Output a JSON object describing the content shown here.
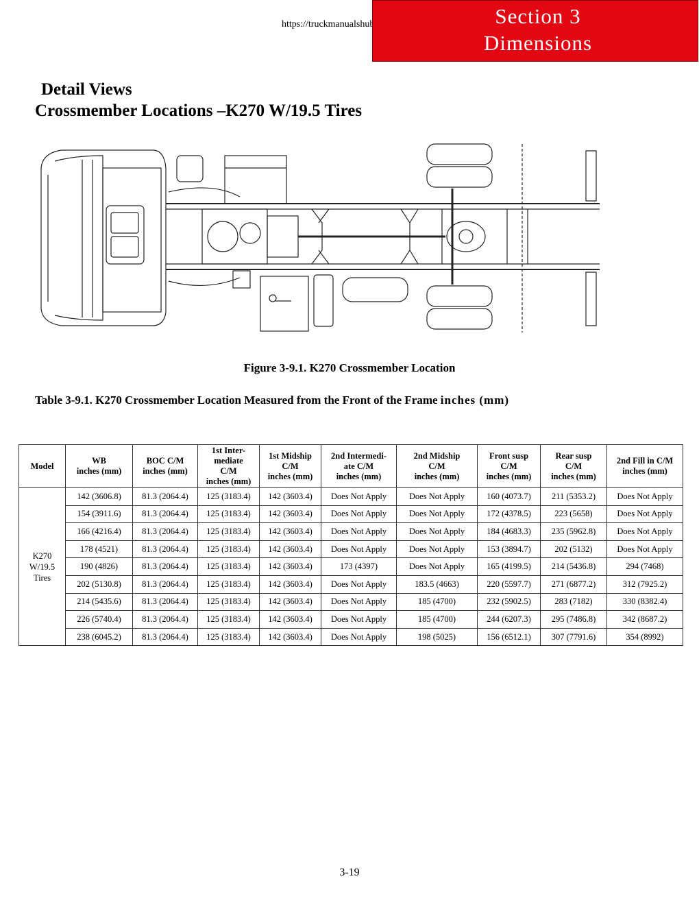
{
  "header": {
    "url": "https://truckmanualshub.com/",
    "section_line1": "Section 3",
    "section_line2": "Dimensions",
    "accent_color": "#e30613"
  },
  "headings": {
    "detail_views": "Detail Views",
    "title": "Crossmember Locations –K270 W/19.5 Tires"
  },
  "figure": {
    "caption": "Figure 3-9.1. K270 Crossmember Location"
  },
  "table": {
    "caption": "Table 3-9.1. K270 Crossmember Location Measured from the Front of the Frame",
    "caption_units": "inches (mm)",
    "model_label": "K270 W/19.5 Tires",
    "columns": [
      "Model",
      "WB\ninches (mm)",
      "BOC C/M\ninches (mm)",
      "1st Inter-\nmediate\nC/M\ninches (mm)",
      "1st Midship\nC/M\ninches (mm)",
      "2nd Intermedi-\nate C/M\ninches (mm)",
      "2nd Midship\nC/M\ninches (mm)",
      "Front susp\nC/M\ninches (mm)",
      "Rear susp\nC/M\ninches (mm)",
      "2nd Fill in C/M\ninches (mm)"
    ],
    "rows": [
      [
        "142 (3606.8)",
        "81.3 (2064.4)",
        "125 (3183.4)",
        "142 (3603.4)",
        "Does Not Apply",
        "Does Not Apply",
        "160 (4073.7)",
        "211 (5353.2)",
        "Does Not Apply"
      ],
      [
        "154 (3911.6)",
        "81.3 (2064.4)",
        "125 (3183.4)",
        "142 (3603.4)",
        "Does Not Apply",
        "Does Not Apply",
        "172 (4378.5)",
        "223 (5658)",
        "Does Not Apply"
      ],
      [
        "166 (4216.4)",
        "81.3 (2064.4)",
        "125 (3183.4)",
        "142 (3603.4)",
        "Does Not Apply",
        "Does Not Apply",
        "184 (4683.3)",
        "235 (5962.8)",
        "Does Not Apply"
      ],
      [
        "178 (4521)",
        "81.3 (2064.4)",
        "125 (3183.4)",
        "142 (3603.4)",
        "Does Not Apply",
        "Does Not Apply",
        "153 (3894.7)",
        "202 (5132)",
        "Does Not Apply"
      ],
      [
        "190 (4826)",
        "81.3 (2064.4)",
        "125 (3183.4)",
        "142 (3603.4)",
        "173 (4397)",
        "Does Not Apply",
        "165 (4199.5)",
        "214 (5436.8)",
        "294 (7468)"
      ],
      [
        "202 (5130.8)",
        "81.3 (2064.4)",
        "125 (3183.4)",
        "142 (3603.4)",
        "Does Not Apply",
        "183.5 (4663)",
        "220 (5597.7)",
        "271 (6877.2)",
        "312 (7925.2)"
      ],
      [
        "214 (5435.6)",
        "81.3 (2064.4)",
        "125 (3183.4)",
        "142 (3603.4)",
        "Does Not Apply",
        "185 (4700)",
        "232 (5902.5)",
        "283 (7182)",
        "330 (8382.4)"
      ],
      [
        "226 (5740.4)",
        "81.3 (2064.4)",
        "125 (3183.4)",
        "142 (3603.4)",
        "Does Not Apply",
        "185 (4700)",
        "244 (6207.3)",
        "295 (7486.8)",
        "342 (8687.2)"
      ],
      [
        "238 (6045.2)",
        "81.3 (2064.4)",
        "125 (3183.4)",
        "142 (3603.4)",
        "Does Not Apply",
        "198 (5025)",
        "156 (6512.1)",
        "307 (7791.6)",
        "354 (8992)"
      ]
    ]
  },
  "footer": {
    "page_number": "3-19"
  }
}
